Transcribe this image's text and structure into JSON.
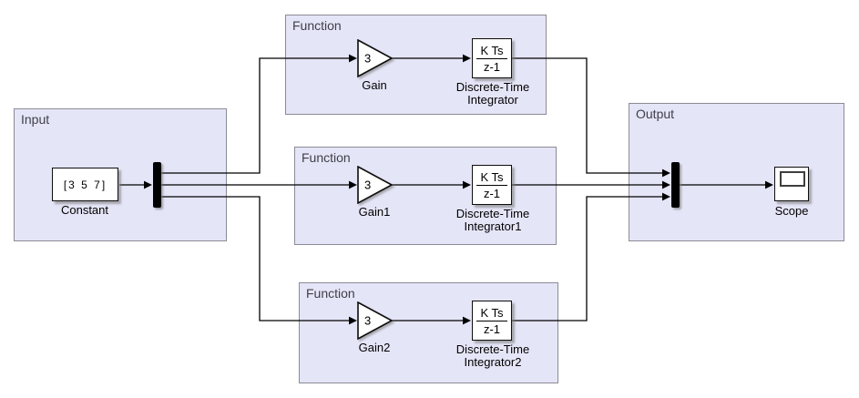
{
  "canvas": {
    "background": "#FFFFFF"
  },
  "colors": {
    "area_fill": "#E5E5F8",
    "area_border": "#8B8B96",
    "area_label": "#3F3F48",
    "block_fill": "#FFFFFF",
    "block_border": "#0D0D0D",
    "wire": "#000000"
  },
  "areas": {
    "input": {
      "label": "Input"
    },
    "function_top": {
      "label": "Function"
    },
    "function_middle": {
      "label": "Function"
    },
    "function_bottom": {
      "label": "Function"
    },
    "output": {
      "label": "Output"
    }
  },
  "blocks": {
    "constant": {
      "value": "[3 5 7]",
      "label": "Constant"
    },
    "gain": {
      "value": "3",
      "label": "Gain"
    },
    "gain1": {
      "value": "3",
      "label": "Gain1"
    },
    "gain2": {
      "value": "3",
      "label": "Gain2"
    },
    "integrator": {
      "numerator": "K Ts",
      "denominator": "z-1",
      "label_line1": "Discrete-Time",
      "label_line2": "Integrator"
    },
    "integrator1": {
      "numerator": "K Ts",
      "denominator": "z-1",
      "label_line1": "Discrete-Time",
      "label_line2": "Integrator1"
    },
    "integrator2": {
      "numerator": "K Ts",
      "denominator": "z-1",
      "label_line1": "Discrete-Time",
      "label_line2": "Integrator2"
    },
    "scope": {
      "label": "Scope"
    }
  }
}
